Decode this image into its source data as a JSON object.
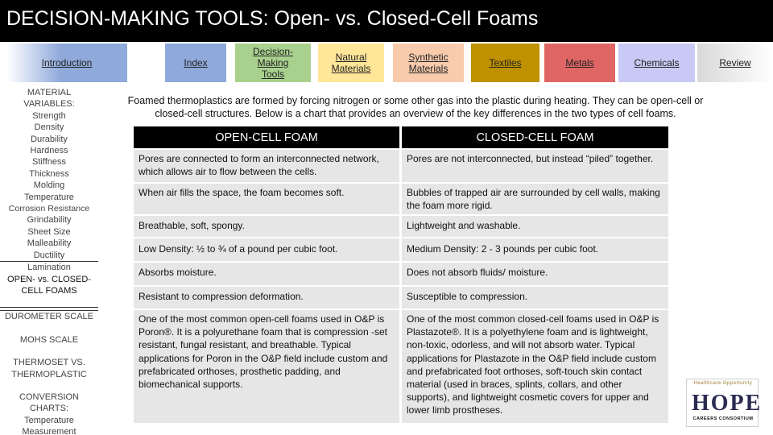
{
  "title": "DECISION-MAKING TOOLS: Open- vs. Closed-Cell Foams",
  "nav": {
    "introduction": "Introduction",
    "index": "Index",
    "decision_making_tools": [
      "Decision-",
      "Making",
      "Tools"
    ],
    "natural_materials": [
      "Natural",
      "Materials"
    ],
    "synthetic_materials": [
      "Synthetic",
      "Materials"
    ],
    "textiles": "Textiles",
    "metals": "Metals",
    "chemicals": "Chemicals",
    "review": "Review",
    "colors": {
      "introduction": "#8fa9db",
      "index": "#8fa9db",
      "decision_making_tools": "#a9d18e",
      "natural_materials": "#ffe699",
      "synthetic_materials": "#f8cbad",
      "textiles": "#bf9000",
      "metals": "#e06666",
      "chemicals": "#c9c9f5",
      "review": "#d9d9d9"
    }
  },
  "sidebar": {
    "heading": [
      "MATERIAL",
      "VARIABLES:"
    ],
    "variables": [
      "Strength",
      "Density",
      "Durability",
      "Hardness",
      "Stiffness",
      "Thickness",
      "Molding",
      "Temperature",
      "Corrosion Resistance",
      "Grindability",
      "Sheet Size",
      "Malleability",
      "Ductility",
      "Lamination"
    ],
    "current": [
      "OPEN- vs. CLOSED-",
      "CELL FOAMS"
    ],
    "links": {
      "durometer": "DUROMETER SCALE",
      "mohs": "MOHS SCALE",
      "thermoset": [
        "THERMOSET VS.",
        "THERMOPLASTIC"
      ],
      "conversion": [
        "CONVERSION",
        "CHARTS:",
        "Temperature",
        "Measurement"
      ]
    }
  },
  "intro": "Foamed thermoplastics are formed by forcing nitrogen or some other gas into the plastic during heating. They can be open-cell or closed-cell structures. Below is a chart that provides an overview of the key differences in the two types of cell foams.",
  "table": {
    "open_header": "OPEN-CELL FOAM",
    "closed_header": "CLOSED-CELL FOAM",
    "rows": [
      {
        "open": "Pores are connected to form an interconnected network, which allows air to flow between the cells.",
        "closed": "Pores are not interconnected, but instead “piled” together."
      },
      {
        "open": "When air fills the space, the foam becomes soft.",
        "closed": "Bubbles of trapped air are surrounded by cell walls, making the foam more rigid."
      },
      {
        "open": "Breathable, soft, spongy.",
        "closed": "Lightweight and washable."
      },
      {
        "open": "Low Density: ½ to ¾ of a pound per cubic foot.",
        "closed": "Medium Density: 2 - 3 pounds per cubic foot."
      },
      {
        "open": "Absorbs moisture.",
        "closed": "Does not absorb fluids/ moisture."
      },
      {
        "open": "Resistant to compression deformation.",
        "closed": "Susceptible to compression."
      },
      {
        "open": "One of the most common open-cell foams used in O&P is Poron®. It is a polyurethane foam that is compression -set resistant, fungal resistant, and breathable. Typical applications for Poron in the O&P field include custom and prefabricated orthoses, prosthetic padding, and biomechanical supports.",
        "closed": "One of the most common closed-cell foams used in O&P is Plastazote®. It is a polyethylene foam and is lightweight, non-toxic, odorless, and will not absorb water. Typical applications for Plastazote in the O&P field include custom and prefabricated foot orthoses, soft-touch skin contact material (used in braces, splints, collars, and other supports), and lightweight cosmetic covers for upper and lower limb prostheses."
      }
    ]
  },
  "logo": {
    "arc_text": "Healthcare Opportunity",
    "word": "HOPE",
    "subtitle": "CAREERS CONSORTIUM"
  }
}
